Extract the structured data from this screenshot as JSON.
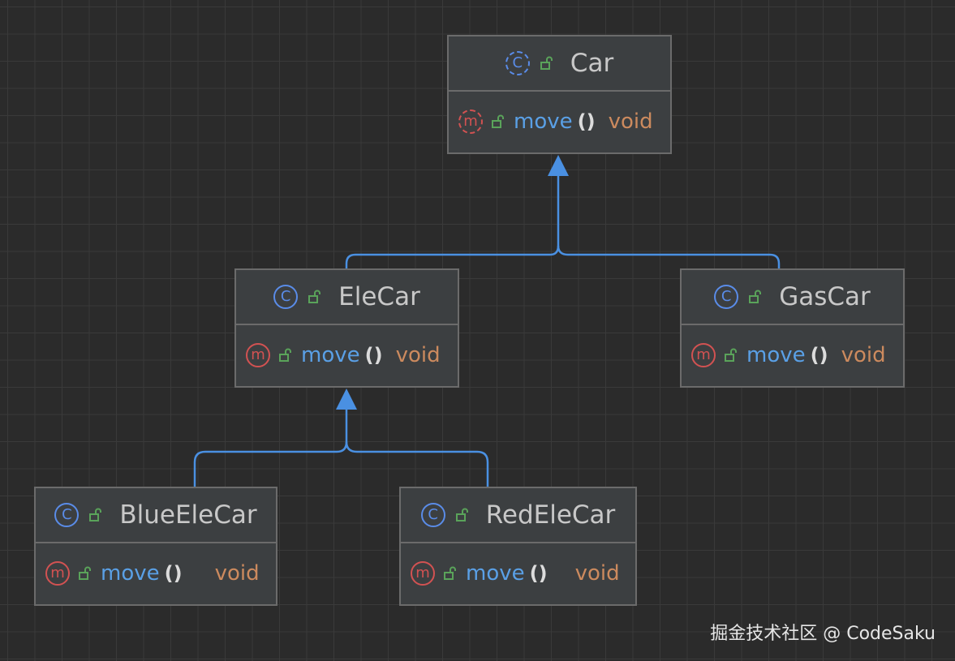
{
  "nodes": {
    "car": {
      "name": "Car",
      "method": {
        "name": "move",
        "parens": "()",
        "return_type": "void"
      }
    },
    "elecar": {
      "name": "EleCar",
      "method": {
        "name": "move",
        "parens": "()",
        "return_type": "void"
      }
    },
    "gascar": {
      "name": "GasCar",
      "method": {
        "name": "move",
        "parens": "()",
        "return_type": "void"
      }
    },
    "blueelecar": {
      "name": "BlueEleCar",
      "method": {
        "name": "move",
        "parens": "()",
        "return_type": "void"
      }
    },
    "redelecar": {
      "name": "RedEleCar",
      "method": {
        "name": "move",
        "parens": "()",
        "return_type": "void"
      }
    }
  },
  "badges": {
    "class": "C",
    "method": "m"
  },
  "icons": {
    "class": "class-icon",
    "method": "method-icon",
    "visibility": "unlock-icon"
  },
  "edges": [
    {
      "from": "EleCar",
      "to": "Car",
      "type": "inheritance"
    },
    {
      "from": "GasCar",
      "to": "Car",
      "type": "inheritance"
    },
    {
      "from": "BlueEleCar",
      "to": "EleCar",
      "type": "inheritance"
    },
    {
      "from": "RedEleCar",
      "to": "EleCar",
      "type": "inheritance"
    }
  ],
  "colors": {
    "background": "#2b2b2b",
    "grid": "#3a3a3a",
    "node_fill": "#3c3f41",
    "node_border": "#6b6b6b",
    "edge": "#4a90e2",
    "class_badge": "#5a8ce8",
    "method_badge": "#d25252",
    "visibility_icon": "#5aa35a",
    "class_name": "#c8c8c8",
    "method_name": "#5aa0e6",
    "return_type": "#cc8a5e"
  },
  "watermark": "掘金技术社区 @ CodeSaku"
}
